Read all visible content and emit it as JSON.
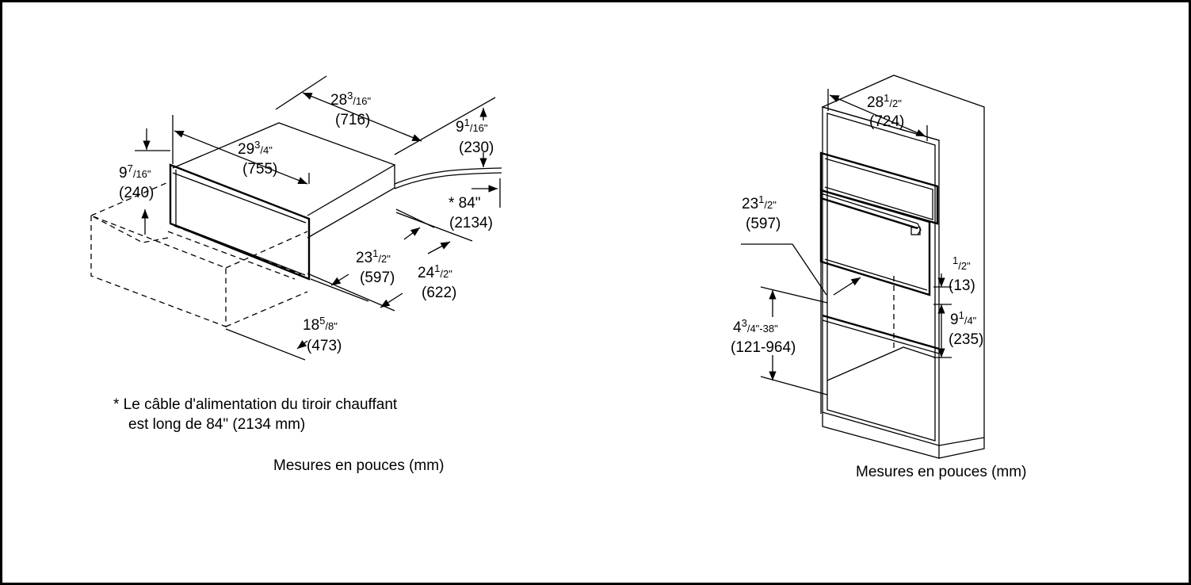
{
  "left_diagram": {
    "dims": {
      "d28": {
        "whole": "28",
        "num": "3",
        "den": "16\"",
        "mm": "(716)"
      },
      "d29": {
        "whole": "29",
        "num": "3",
        "den": "4\"",
        "mm": "(755)"
      },
      "d9a": {
        "whole": "9",
        "num": "1",
        "den": "16\"",
        "mm": "(230)"
      },
      "d9b": {
        "whole": "9",
        "num": "7",
        "den": "16\"",
        "mm": "(240)"
      },
      "d84": {
        "label": "* 84\"",
        "mm": "(2134)"
      },
      "d23": {
        "whole": "23",
        "num": "1",
        "den": "2\"",
        "mm": "(597)"
      },
      "d24": {
        "whole": "24",
        "num": "1",
        "den": "2\"",
        "mm": "(622)"
      },
      "d18": {
        "whole": "18",
        "num": "5",
        "den": "8\"",
        "mm": "(473)"
      }
    },
    "note_line1": "*  Le câble d'alimentation du tiroir chauffant",
    "note_line2": "est long de 84\" (2134 mm)",
    "caption": "Mesures en pouces (mm)"
  },
  "right_diagram": {
    "dims": {
      "w28": {
        "whole": "28",
        "num": "1",
        "den": "2\"",
        "mm": "(724)"
      },
      "w23": {
        "whole": "23",
        "num": "1",
        "den": "2\"",
        "mm": "(597)"
      },
      "half": {
        "num": "1",
        "den": "2\"",
        "mm": "(13)"
      },
      "w9": {
        "whole": "9",
        "num": "1",
        "den": "4\"",
        "mm": "(235)"
      },
      "range": {
        "whole": "4",
        "num": "3",
        "den": "4\"-38\"",
        "mm": "(121-964)"
      }
    },
    "caption": "Mesures en pouces (mm)"
  }
}
